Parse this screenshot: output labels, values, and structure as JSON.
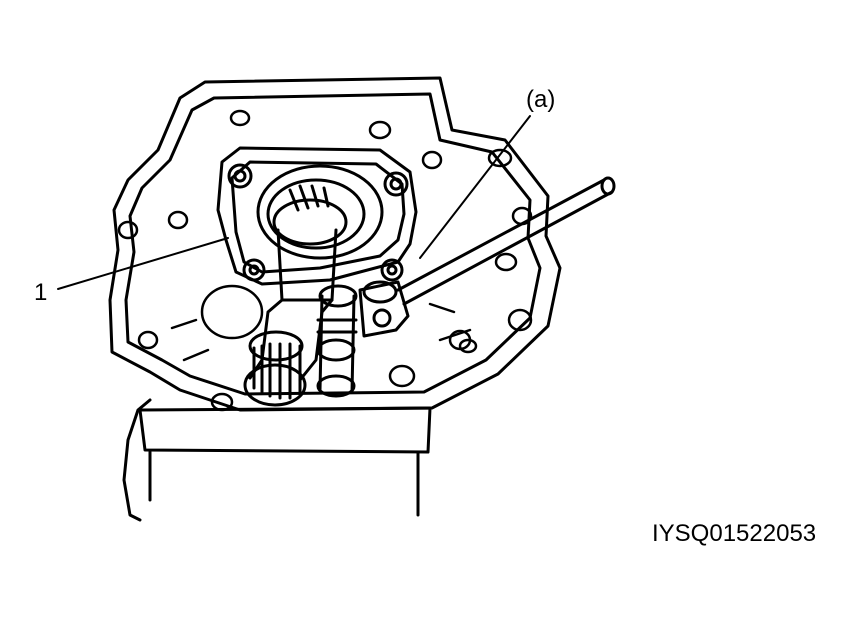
{
  "figure": {
    "callouts": [
      {
        "id": "part-1",
        "text": "1"
      },
      {
        "id": "part-a",
        "text": "(a)"
      }
    ],
    "image_code": "IYSQ01522053"
  }
}
